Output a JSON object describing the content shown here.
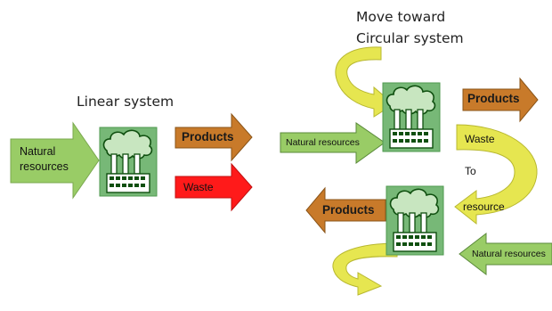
{
  "linear": {
    "title": "Linear system",
    "input_label": "Natural resources",
    "products_label": "Products",
    "waste_label": "Waste"
  },
  "circular": {
    "title": "Move toward Circular system",
    "top_input_label": "Natural resources",
    "top_products_label": "Products",
    "waste_label": "Waste",
    "to_label": "To",
    "resource_label": "resource",
    "bottom_products_label": "Products",
    "bottom_input_label": "Natural resources"
  },
  "colors": {
    "input_green": "#99cc66",
    "products_brown": "#c87a2a",
    "waste_red": "#ff1a1a",
    "loop_yellow": "#e6e650",
    "factory_box": "#77b877",
    "factory_dark": "#0f4f0f"
  },
  "icons": [
    "factory-icon",
    "cloud-icon",
    "arrow-right-icon",
    "arrow-left-icon",
    "curved-arrow-icon"
  ]
}
